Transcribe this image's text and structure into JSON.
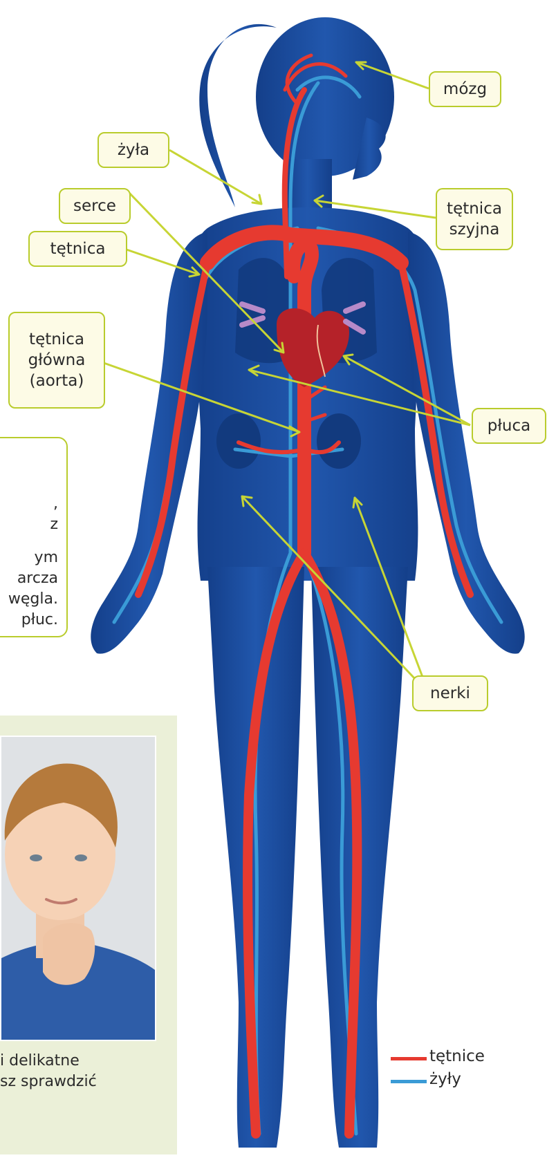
{
  "labels": {
    "mozg": "mózg",
    "zyla": "żyła",
    "serce": "serce",
    "tetnica_szyjna_1": "tętnica",
    "tetnica_szyjna_2": "szyjna",
    "tetnica": "tętnica",
    "aorta_1": "tętnica",
    "aorta_2": "główna",
    "aorta_3": "(aorta)",
    "pluca": "płuca",
    "nerki": "nerki"
  },
  "textbox": {
    "line1": ",",
    "line2": "z",
    "line3": "ym",
    "line4": "arcza",
    "line5": "węgla.",
    "line6": "płuc."
  },
  "caption": {
    "line1": "i delikatne",
    "line2": "sz sprawdzić"
  },
  "legend": {
    "arteries": "tętnice",
    "veins": "żyły"
  },
  "colors": {
    "body": "#1d4fa0",
    "artery": "#e63a30",
    "vein": "#3a9bd6",
    "label_border": "#b9cc2c",
    "label_bg": "#fdfbe6",
    "pointer": "#c7d535",
    "panel_bg": "#ebf0d8"
  }
}
